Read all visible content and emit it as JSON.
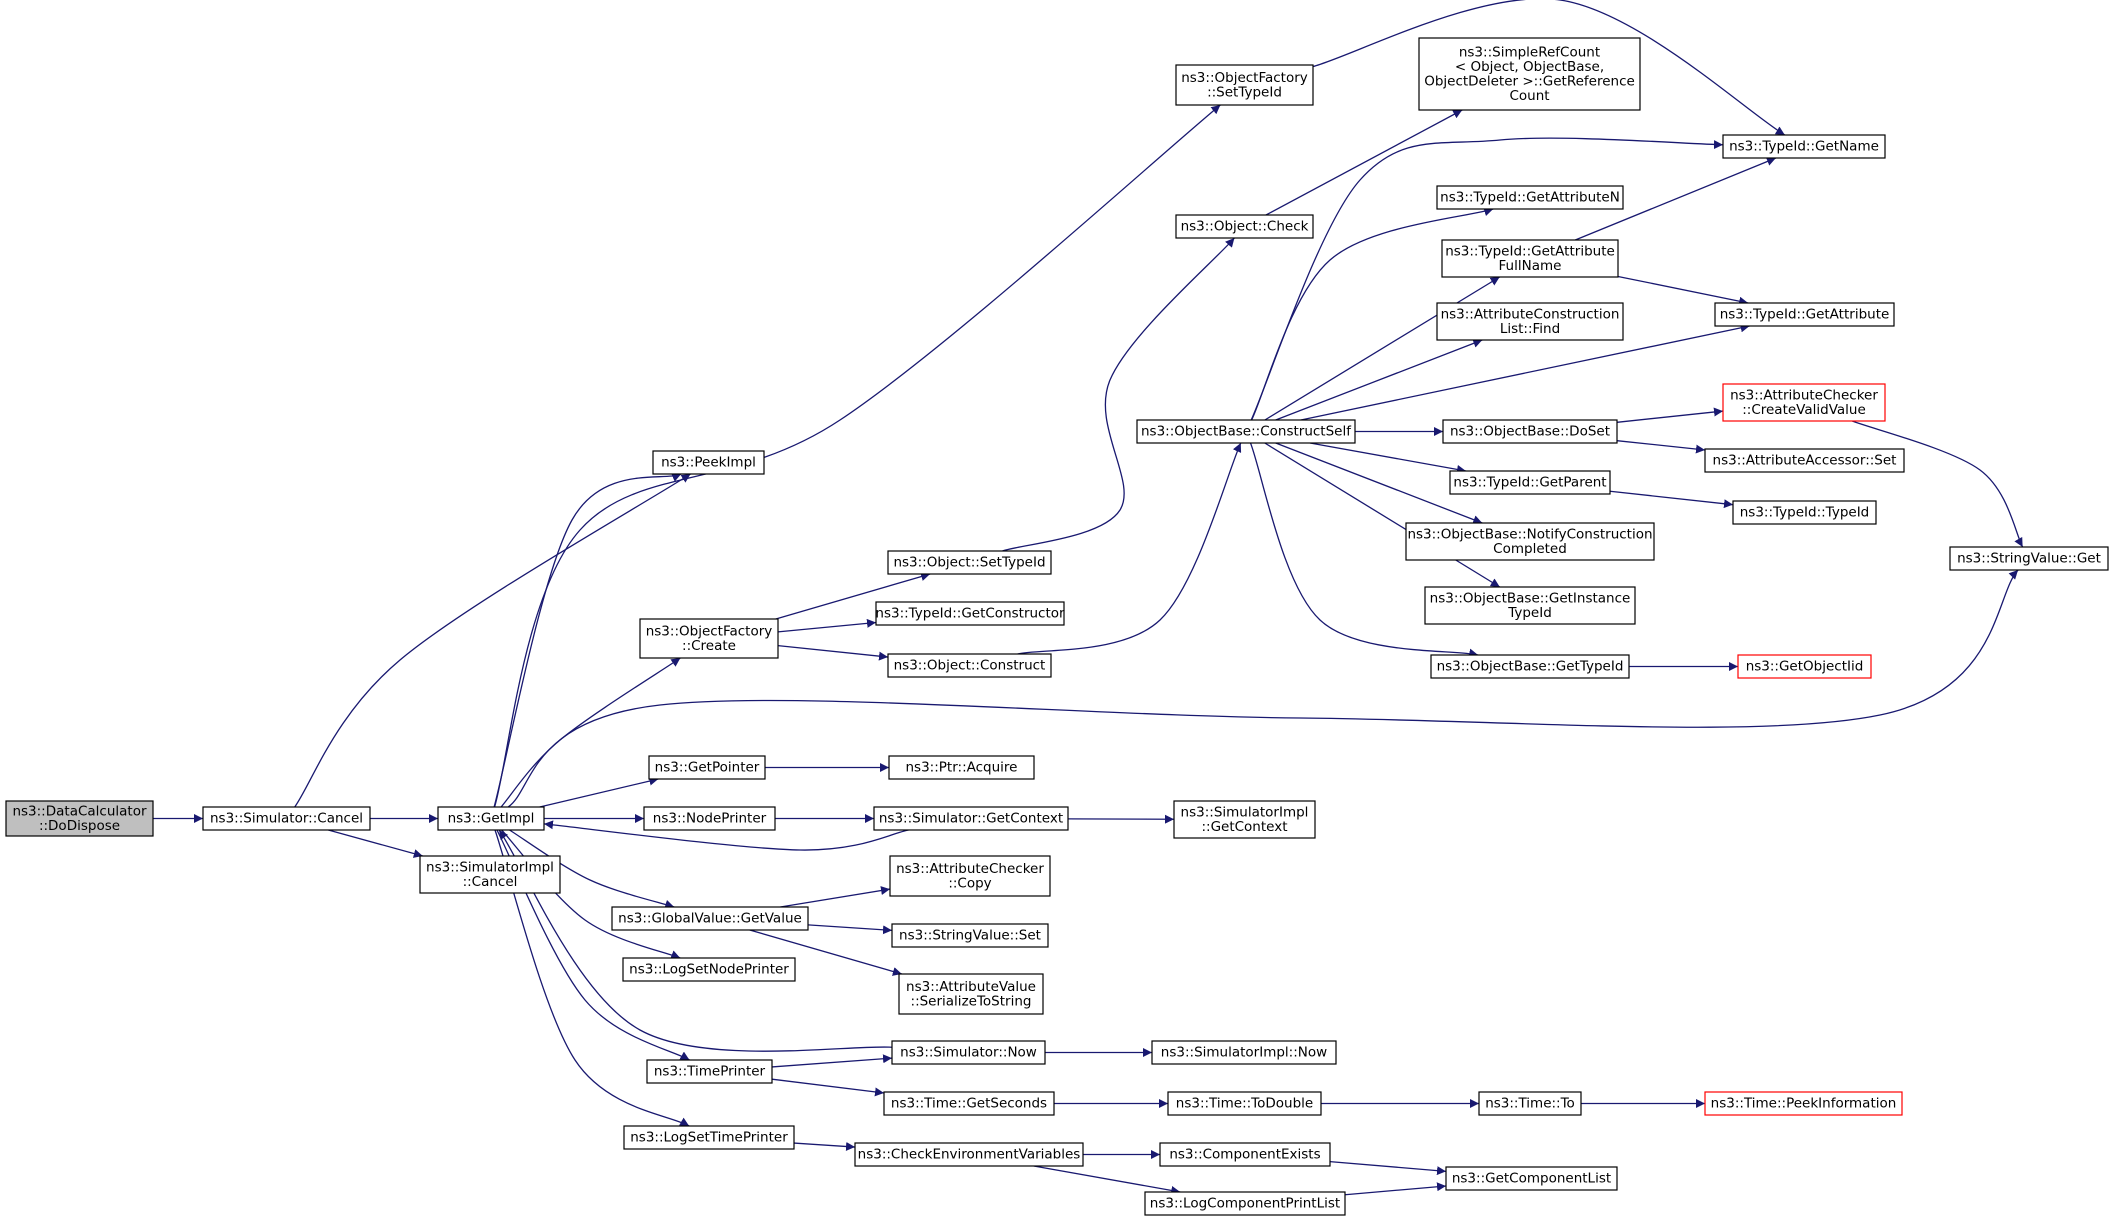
{
  "graph": {
    "colors": {
      "edge": "#191970",
      "node_border": "#000000",
      "node_border_truncated": "#ff0000",
      "root_fill": "#bfbfbf",
      "node_fill": "#ffffff",
      "text": "#000000"
    },
    "nodes": [
      {
        "id": "datacalc_dodispose",
        "lines": [
          "ns3::DataCalculator",
          "::DoDispose"
        ],
        "root": true
      },
      {
        "id": "simulator_cancel",
        "lines": [
          "ns3::Simulator::Cancel"
        ]
      },
      {
        "id": "getimpl",
        "lines": [
          "ns3::GetImpl"
        ]
      },
      {
        "id": "simimpl_cancel",
        "lines": [
          "ns3::SimulatorImpl",
          "::Cancel"
        ]
      },
      {
        "id": "peekimpl",
        "lines": [
          "ns3::PeekImpl"
        ]
      },
      {
        "id": "objfactory_create",
        "lines": [
          "ns3::ObjectFactory",
          "::Create"
        ]
      },
      {
        "id": "getpointer",
        "lines": [
          "ns3::GetPointer"
        ]
      },
      {
        "id": "nodeprinter",
        "lines": [
          "ns3::NodePrinter"
        ]
      },
      {
        "id": "globalvalue_getvalue",
        "lines": [
          "ns3::GlobalValue::GetValue"
        ]
      },
      {
        "id": "logsetnodeprinter",
        "lines": [
          "ns3::LogSetNodePrinter"
        ]
      },
      {
        "id": "timeprinter",
        "lines": [
          "ns3::TimePrinter"
        ]
      },
      {
        "id": "logsettimeprinter",
        "lines": [
          "ns3::LogSetTimePrinter"
        ]
      },
      {
        "id": "objfactory_settypeid",
        "lines": [
          "ns3::ObjectFactory",
          "::SetTypeId"
        ]
      },
      {
        "id": "object_settypeid",
        "lines": [
          "ns3::Object::SetTypeId"
        ]
      },
      {
        "id": "typeid_getconstructor",
        "lines": [
          "ns3::TypeId::GetConstructor"
        ]
      },
      {
        "id": "object_construct",
        "lines": [
          "ns3::Object::Construct"
        ]
      },
      {
        "id": "ptr_acquire",
        "lines": [
          "ns3::Ptr::Acquire"
        ]
      },
      {
        "id": "simulator_getcontext",
        "lines": [
          "ns3::Simulator::GetContext"
        ]
      },
      {
        "id": "attrchecker_copy",
        "lines": [
          "ns3::AttributeChecker",
          "::Copy"
        ]
      },
      {
        "id": "stringvalue_set",
        "lines": [
          "ns3::StringValue::Set"
        ]
      },
      {
        "id": "attrvalue_serialize",
        "lines": [
          "ns3::AttributeValue",
          "::SerializeToString"
        ]
      },
      {
        "id": "simulator_now",
        "lines": [
          "ns3::Simulator::Now"
        ]
      },
      {
        "id": "time_getseconds",
        "lines": [
          "ns3::Time::GetSeconds"
        ]
      },
      {
        "id": "checkenv",
        "lines": [
          "ns3::CheckEnvironmentVariables"
        ]
      },
      {
        "id": "object_check",
        "lines": [
          "ns3::Object::Check"
        ]
      },
      {
        "id": "objbase_constructself",
        "lines": [
          "ns3::ObjectBase::ConstructSelf"
        ]
      },
      {
        "id": "simimpl_getcontext",
        "lines": [
          "ns3::SimulatorImpl",
          "::GetContext"
        ]
      },
      {
        "id": "simimpl_now",
        "lines": [
          "ns3::SimulatorImpl::Now"
        ]
      },
      {
        "id": "time_todouble",
        "lines": [
          "ns3::Time::ToDouble"
        ]
      },
      {
        "id": "componentexists",
        "lines": [
          "ns3::ComponentExists"
        ]
      },
      {
        "id": "logcomponentprintlist",
        "lines": [
          "ns3::LogComponentPrintList"
        ]
      },
      {
        "id": "simplerefcount",
        "lines": [
          "ns3::SimpleRefCount",
          "< Object, ObjectBase,",
          " ObjectDeleter >::GetReference",
          "Count"
        ]
      },
      {
        "id": "typeid_getattributen",
        "lines": [
          "ns3::TypeId::GetAttributeN"
        ]
      },
      {
        "id": "typeid_getattributefullname",
        "lines": [
          "ns3::TypeId::GetAttribute",
          "FullName"
        ]
      },
      {
        "id": "attrconstructionlist_find",
        "lines": [
          "ns3::AttributeConstruction",
          "List::Find"
        ]
      },
      {
        "id": "objbase_doset",
        "lines": [
          "ns3::ObjectBase::DoSet"
        ]
      },
      {
        "id": "typeid_getparent",
        "lines": [
          "ns3::TypeId::GetParent"
        ]
      },
      {
        "id": "objbase_notify",
        "lines": [
          "ns3::ObjectBase::NotifyConstruction",
          "Completed"
        ]
      },
      {
        "id": "objbase_getinstancetypeid",
        "lines": [
          "ns3::ObjectBase::GetInstance",
          "TypeId"
        ]
      },
      {
        "id": "objbase_gettypeid",
        "lines": [
          "ns3::ObjectBase::GetTypeId"
        ]
      },
      {
        "id": "time_to",
        "lines": [
          "ns3::Time::To"
        ]
      },
      {
        "id": "getcomponentlist",
        "lines": [
          "ns3::GetComponentList"
        ]
      },
      {
        "id": "typeid_getname",
        "lines": [
          "ns3::TypeId::GetName"
        ]
      },
      {
        "id": "typeid_getattribute",
        "lines": [
          "ns3::TypeId::GetAttribute"
        ]
      },
      {
        "id": "attrchecker_createvalidvalue",
        "lines": [
          "ns3::AttributeChecker",
          "::CreateValidValue"
        ],
        "truncated": true
      },
      {
        "id": "attraccessor_set",
        "lines": [
          "ns3::AttributeAccessor::Set"
        ]
      },
      {
        "id": "typeid_typeid",
        "lines": [
          "ns3::TypeId::TypeId"
        ]
      },
      {
        "id": "getobjectiid",
        "lines": [
          "ns3::GetObjectIid"
        ],
        "truncated": true
      },
      {
        "id": "time_peekinformation",
        "lines": [
          "ns3::Time::PeekInformation"
        ],
        "truncated": true
      },
      {
        "id": "stringvalue_get",
        "lines": [
          "ns3::StringValue::Get"
        ]
      }
    ],
    "edges": [
      [
        "datacalc_dodispose",
        "simulator_cancel"
      ],
      [
        "simulator_cancel",
        "getimpl"
      ],
      [
        "simulator_cancel",
        "peekimpl"
      ],
      [
        "simulator_cancel",
        "simimpl_cancel"
      ],
      [
        "getimpl",
        "peekimpl"
      ],
      [
        "getimpl",
        "objfactory_settypeid"
      ],
      [
        "getimpl",
        "objfactory_create"
      ],
      [
        "getimpl",
        "stringvalue_get"
      ],
      [
        "getimpl",
        "getpointer"
      ],
      [
        "getimpl",
        "nodeprinter"
      ],
      [
        "getimpl",
        "globalvalue_getvalue"
      ],
      [
        "getimpl",
        "logsetnodeprinter"
      ],
      [
        "getimpl",
        "timeprinter"
      ],
      [
        "getimpl",
        "logsettimeprinter"
      ],
      [
        "simulator_getcontext",
        "getimpl"
      ],
      [
        "simulator_now",
        "getimpl"
      ],
      [
        "objfactory_settypeid",
        "typeid_getname"
      ],
      [
        "objfactory_create",
        "object_settypeid"
      ],
      [
        "objfactory_create",
        "typeid_getconstructor"
      ],
      [
        "objfactory_create",
        "object_construct"
      ],
      [
        "object_settypeid",
        "object_check"
      ],
      [
        "object_construct",
        "objbase_constructself"
      ],
      [
        "object_check",
        "simplerefcount"
      ],
      [
        "getpointer",
        "ptr_acquire"
      ],
      [
        "nodeprinter",
        "simulator_getcontext"
      ],
      [
        "simulator_getcontext",
        "simimpl_getcontext"
      ],
      [
        "globalvalue_getvalue",
        "attrchecker_copy"
      ],
      [
        "globalvalue_getvalue",
        "stringvalue_set"
      ],
      [
        "globalvalue_getvalue",
        "attrvalue_serialize"
      ],
      [
        "timeprinter",
        "simulator_now"
      ],
      [
        "timeprinter",
        "time_getseconds"
      ],
      [
        "simulator_now",
        "simimpl_now"
      ],
      [
        "time_getseconds",
        "time_todouble"
      ],
      [
        "time_todouble",
        "time_to"
      ],
      [
        "time_to",
        "time_peekinformation"
      ],
      [
        "logsettimeprinter",
        "checkenv"
      ],
      [
        "checkenv",
        "componentexists"
      ],
      [
        "checkenv",
        "logcomponentprintlist"
      ],
      [
        "componentexists",
        "getcomponentlist"
      ],
      [
        "logcomponentprintlist",
        "getcomponentlist"
      ],
      [
        "objbase_constructself",
        "typeid_getname"
      ],
      [
        "objbase_constructself",
        "typeid_getattributen"
      ],
      [
        "objbase_constructself",
        "typeid_getattributefullname"
      ],
      [
        "objbase_constructself",
        "attrconstructionlist_find"
      ],
      [
        "objbase_constructself",
        "typeid_getattribute"
      ],
      [
        "objbase_constructself",
        "objbase_doset"
      ],
      [
        "objbase_constructself",
        "typeid_getparent"
      ],
      [
        "objbase_constructself",
        "objbase_notify"
      ],
      [
        "objbase_constructself",
        "objbase_getinstancetypeid"
      ],
      [
        "objbase_constructself",
        "objbase_gettypeid"
      ],
      [
        "typeid_getattributefullname",
        "typeid_getname"
      ],
      [
        "typeid_getattributefullname",
        "typeid_getattribute"
      ],
      [
        "objbase_doset",
        "attrchecker_createvalidvalue"
      ],
      [
        "objbase_doset",
        "attraccessor_set"
      ],
      [
        "attrchecker_createvalidvalue",
        "stringvalue_get"
      ],
      [
        "typeid_getparent",
        "typeid_typeid"
      ],
      [
        "objbase_gettypeid",
        "getobjectiid"
      ]
    ]
  }
}
